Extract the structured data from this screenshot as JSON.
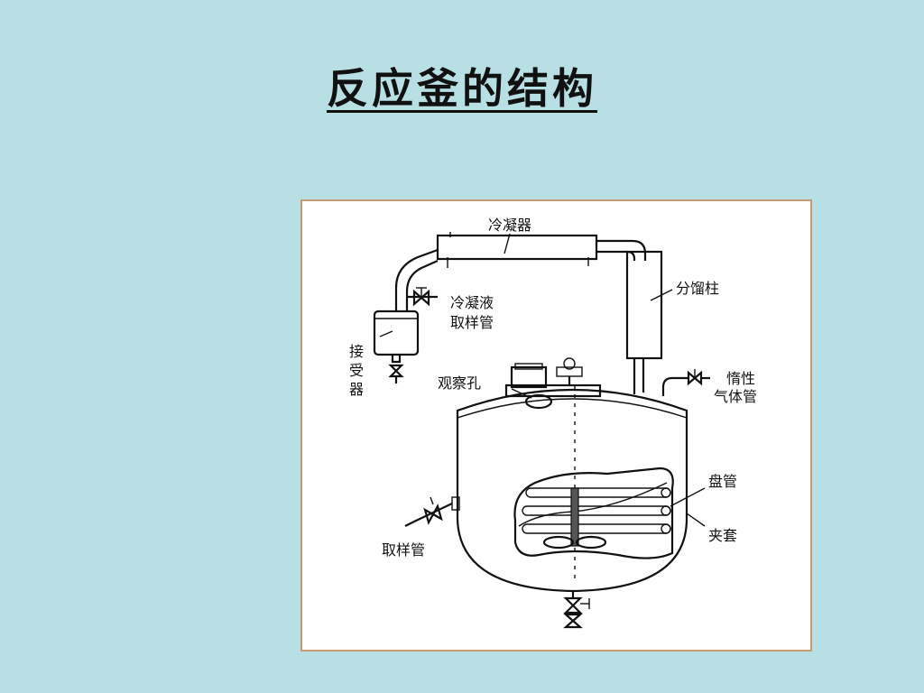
{
  "title": "反应釜的结构",
  "labels": {
    "condenser": "冷凝器",
    "fractionating_column": "分馏柱",
    "condensate_sampling_1": "冷凝液",
    "condensate_sampling_2": "取样管",
    "receiver_1": "接",
    "receiver_2": "受",
    "receiver_3": "器",
    "sight_hole": "观察孔",
    "inert_gas_1": "惰性",
    "inert_gas_2": "气体管",
    "coil": "盘管",
    "jacket": "夹套",
    "sampling_tube": "取样管"
  },
  "colors": {
    "background": "#b8dfe3",
    "frame_border": "#c79a73",
    "diagram_bg": "#ffffff",
    "coil_shade": "#c8c8c8"
  }
}
